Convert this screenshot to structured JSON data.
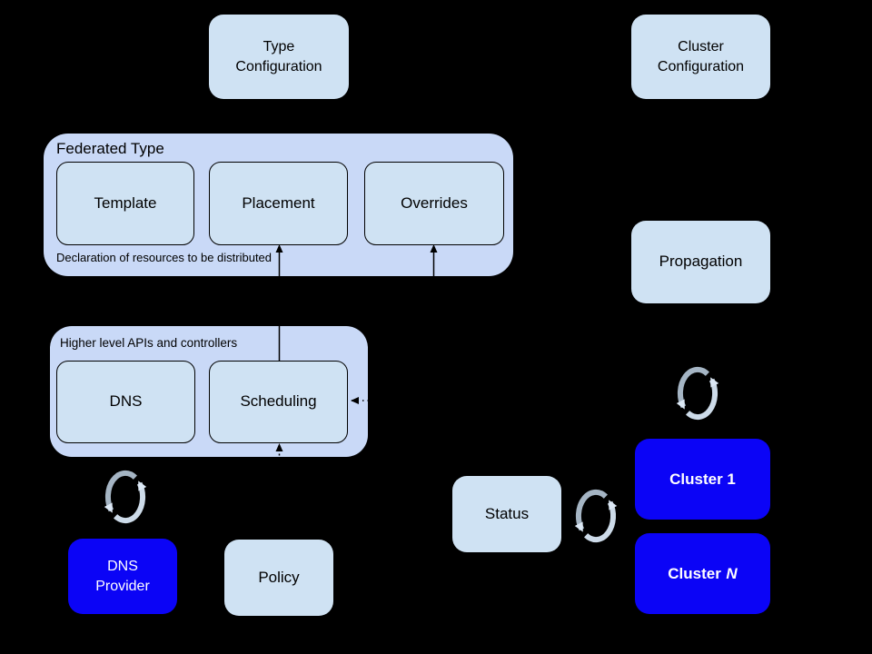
{
  "colors": {
    "background": "#000000",
    "group_fill": "#c9d9f7",
    "node_fill": "#cfe2f3",
    "accent_fill": "#0b04f6",
    "node_text": "#000000",
    "accent_text": "#ffffff",
    "connector": "#000000",
    "sync_arc_dark": "#a5b5c4",
    "sync_arc_mid": "#cddbe9",
    "sync_arc_light": "#dce8f5"
  },
  "groups": {
    "federated_type": {
      "title": "Federated Type",
      "caption": "Declaration of resources to be distributed"
    },
    "higher_apis": {
      "title": "Higher level APIs and controllers"
    }
  },
  "nodes": {
    "type_configuration": {
      "label": "Type\nConfiguration"
    },
    "cluster_configuration": {
      "label": "Cluster\nConfiguration"
    },
    "template": {
      "label": "Template"
    },
    "placement": {
      "label": "Placement"
    },
    "overrides": {
      "label": "Overrides"
    },
    "propagation": {
      "label": "Propagation"
    },
    "dns": {
      "label": "DNS"
    },
    "scheduling": {
      "label": "Scheduling"
    },
    "dns_provider": {
      "label": "DNS\nProvider"
    },
    "policy": {
      "label": "Policy"
    },
    "status": {
      "label": "Status"
    },
    "cluster_1": {
      "label": "Cluster 1"
    },
    "cluster_n": {
      "label_prefix": "Cluster ",
      "label_n": "N"
    }
  },
  "icons": {
    "sync": "sync-icon"
  }
}
